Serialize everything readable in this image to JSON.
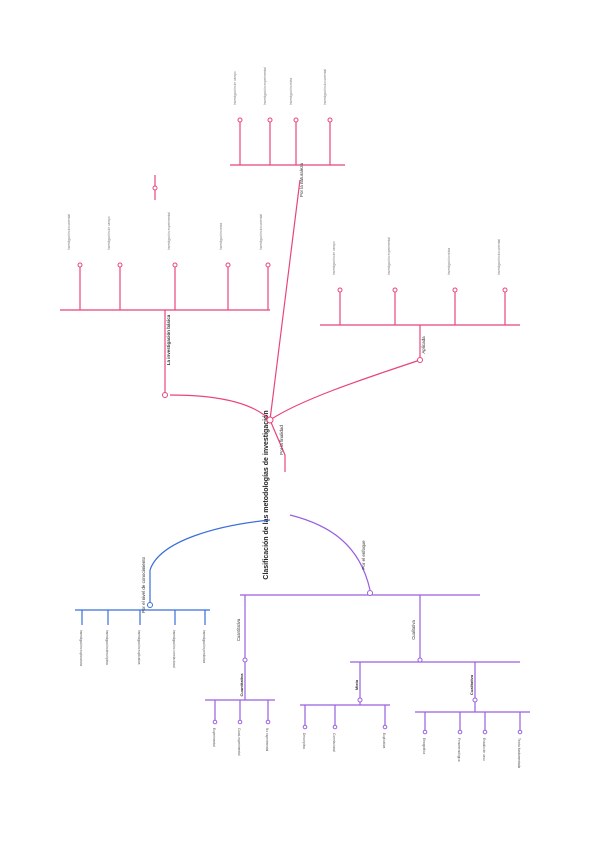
{
  "root": {
    "title": "Clasificación de las metodologías de investigación"
  },
  "colors": {
    "background": "#ffffff",
    "pink_branch": "#e8457a",
    "blue_branch": "#3b6fd9",
    "purple_branch": "#9a5fe0",
    "text": "#333333",
    "muted_text": "#777777"
  },
  "branches": {
    "upper": {
      "label": "Por la finalidad",
      "sub_left": "La investigación básica",
      "sub_right": "Aplicada",
      "top_node": "Por la naturaleza",
      "upper_items": [
        "Investigación documental",
        "Investigación de campo",
        "Investigación experimental",
        "Investigación mixta"
      ]
    },
    "lower_left": {
      "label": "Por el nivel de conocimiento",
      "items": [
        "Investigación exploratoria",
        "Investigación descriptiva",
        "Investigación explicativa",
        "Investigación correlacional",
        "Investigación predictiva"
      ]
    },
    "lower_right": {
      "label": "Por el enfoque",
      "sub_left": "Cuantitativa",
      "sub_right": "Cualitativa",
      "groups": [
        {
          "label": "Cuantitativa",
          "items": [
            "Experimental",
            "Cuasi-experimental",
            "No experimental"
          ]
        },
        {
          "label": "Mixta",
          "items": [
            "Descriptiva",
            "Correlacional",
            "Explicativa"
          ]
        },
        {
          "label": "Cualitativa",
          "items": [
            "Etnográfica",
            "Fenomenológica",
            "Estudio de caso",
            "Teoría fundamentada"
          ]
        }
      ]
    }
  }
}
